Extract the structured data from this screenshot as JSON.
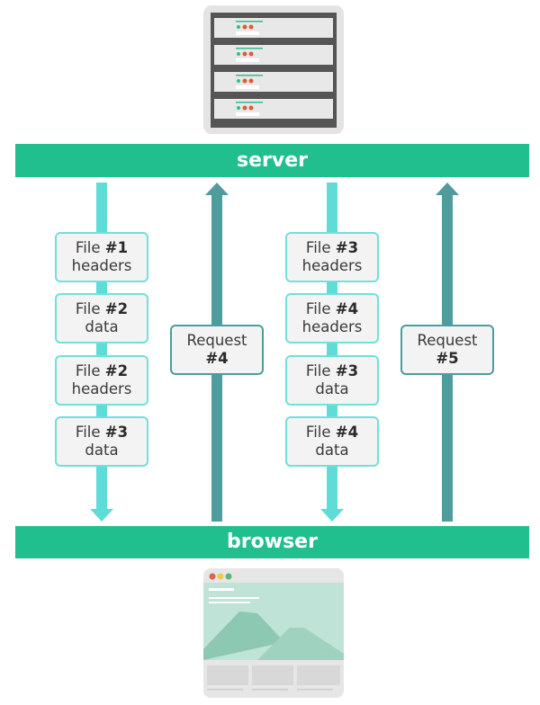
{
  "diagram": {
    "server_label": "server",
    "browser_label": "browser",
    "colors": {
      "bar": "#22bf8e",
      "response_arrow": "#5fdcd6",
      "request_arrow": "#4e9c9c"
    },
    "column1": [
      {
        "prefix": "File ",
        "num": "#1",
        "kind": "headers"
      },
      {
        "prefix": "File ",
        "num": "#2",
        "kind": "data"
      },
      {
        "prefix": "File ",
        "num": "#2",
        "kind": "headers"
      },
      {
        "prefix": "File ",
        "num": "#3",
        "kind": "data"
      }
    ],
    "request1": {
      "label": "Request",
      "num": "#4"
    },
    "column3": [
      {
        "prefix": "File ",
        "num": "#3",
        "kind": "headers"
      },
      {
        "prefix": "File ",
        "num": "#4",
        "kind": "headers"
      },
      {
        "prefix": "File ",
        "num": "#3",
        "kind": "data"
      },
      {
        "prefix": "File ",
        "num": "#4",
        "kind": "data"
      }
    ],
    "request2": {
      "label": "Request",
      "num": "#5"
    }
  }
}
